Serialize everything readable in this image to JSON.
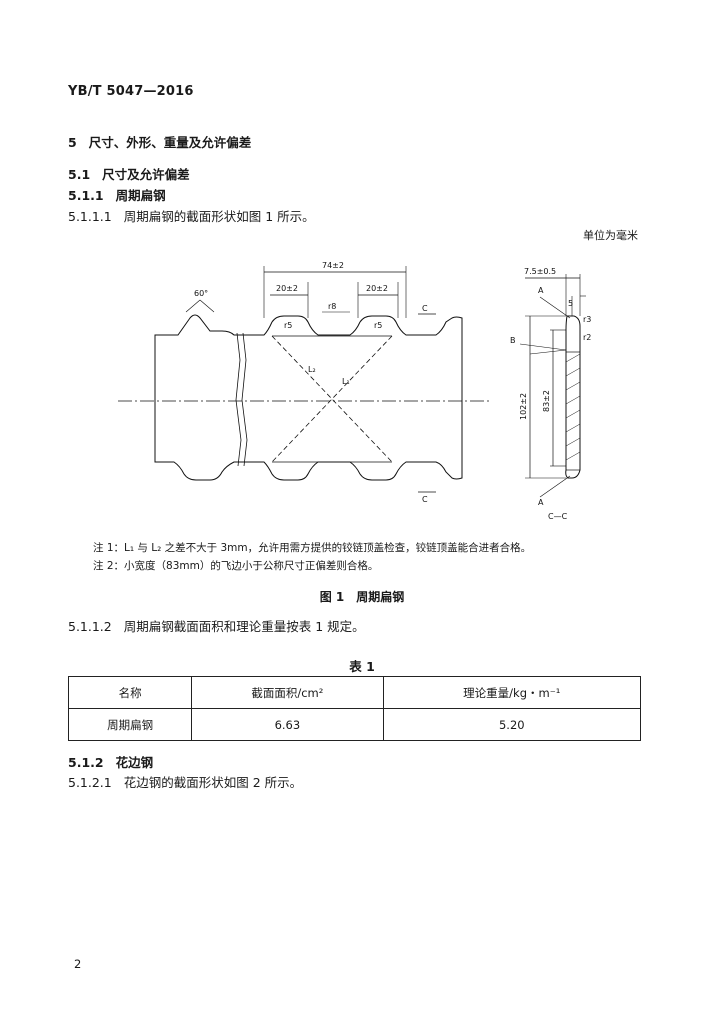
{
  "header": {
    "standard_code": "YB/T 5047—2016"
  },
  "sections": {
    "s5": {
      "num": "5",
      "title": "尺寸、外形、重量及允许偏差"
    },
    "s51": {
      "num": "5.1",
      "title": "尺寸及允许偏差"
    },
    "s511": {
      "num": "5.1.1",
      "title": "周期扁钢"
    },
    "p5111": {
      "num": "5.1.1.1",
      "text": "周期扁钢的截面形状如图 1 所示。"
    },
    "p5112": {
      "num": "5.1.1.2",
      "text": "周期扁钢截面面积和理论重量按表 1 规定。"
    },
    "s512": {
      "num": "5.1.2",
      "title": "花边钢"
    },
    "p5121": {
      "num": "5.1.2.1",
      "text": "花边钢的截面形状如图 2 所示。"
    }
  },
  "unit_note": "单位为毫米",
  "figure1": {
    "caption": "图 1　周期扁钢",
    "dims": {
      "overall": "74±2",
      "left_seg": "20±2",
      "right_seg": "20±2",
      "angle": "60°",
      "r8": "r8",
      "r5_left": "r5",
      "r5_right": "r5",
      "L1": "L₁",
      "L2": "L₂",
      "section_mark": "C",
      "thickness": "7.5±0.5",
      "height": "102±2",
      "inner_height": "83±2",
      "dim5": "5",
      "r3": "r3",
      "r2": "r2",
      "labelA": "A",
      "labelB": "B",
      "section_label": "C—C"
    },
    "notes": [
      "注 1：L₁ 与 L₂ 之差不大于 3mm，允许用需方提供的铰链顶盖检查，铰链顶盖能合进者合格。",
      "注 2：小宽度（83mm）的飞边小于公称尺寸正偏差则合格。"
    ]
  },
  "table1": {
    "caption": "表 1",
    "headers": [
      "名称",
      "截面面积/cm²",
      "理论重量/kg・m⁻¹"
    ],
    "rows": [
      [
        "周期扁钢",
        "6.63",
        "5.20"
      ]
    ]
  },
  "page_number": "2"
}
